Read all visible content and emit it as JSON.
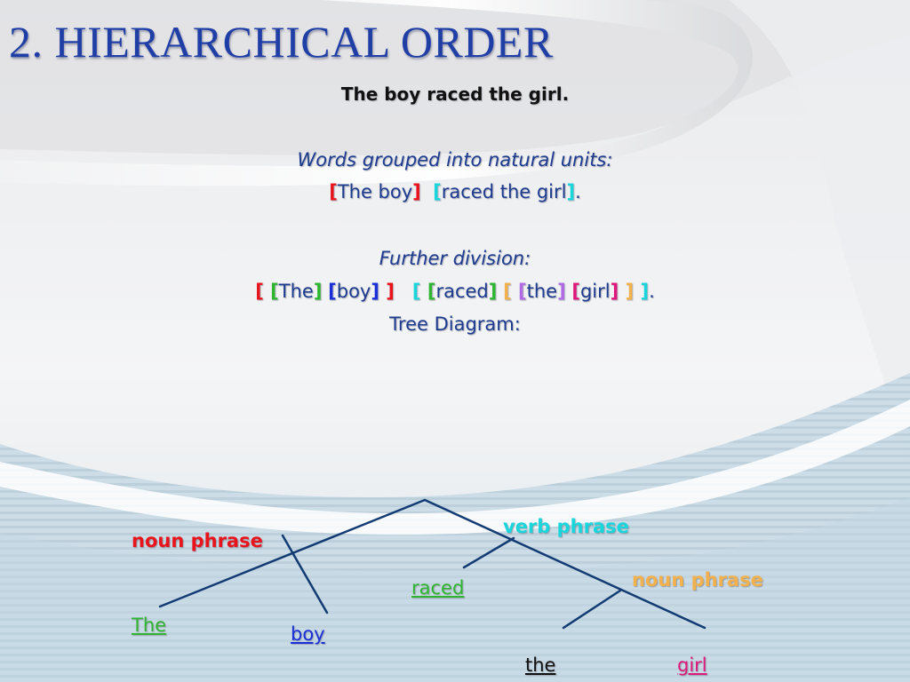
{
  "slide": {
    "title": "2. HIERARCHICAL ORDER",
    "sentence": "The boy raced the girl.",
    "grouped_heading": "Words grouped into natural units:",
    "grouped_line": [
      {
        "t": "[",
        "c": "#e8131b",
        "b": true
      },
      {
        "t": "The boy",
        "c": "#1d3c8f",
        "b": false
      },
      {
        "t": "]",
        "c": "#e8131b",
        "b": true
      },
      {
        "t": "  ",
        "c": "#1d3c8f",
        "b": false
      },
      {
        "t": "[",
        "c": "#19d6dc",
        "b": true
      },
      {
        "t": "raced the girl",
        "c": "#1d3c8f",
        "b": false
      },
      {
        "t": "]",
        "c": "#19d6dc",
        "b": true
      },
      {
        "t": ".",
        "c": "#1d3c8f",
        "b": false
      }
    ],
    "further_heading": "Further division:",
    "further_line": [
      {
        "t": "[ ",
        "c": "#e8131b",
        "b": true
      },
      {
        "t": "[",
        "c": "#2fb630",
        "b": true
      },
      {
        "t": "The",
        "c": "#1d3c8f",
        "b": false
      },
      {
        "t": "]",
        "c": "#2fb630",
        "b": true
      },
      {
        "t": " ",
        "c": "#1d3c8f",
        "b": false
      },
      {
        "t": "[",
        "c": "#1a2fd8",
        "b": true
      },
      {
        "t": "boy",
        "c": "#1d3c8f",
        "b": false
      },
      {
        "t": "]",
        "c": "#1a2fd8",
        "b": true
      },
      {
        "t": " ]",
        "c": "#e8131b",
        "b": true
      },
      {
        "t": "   ",
        "c": "#1d3c8f",
        "b": false
      },
      {
        "t": "[ ",
        "c": "#19d6dc",
        "b": true
      },
      {
        "t": "[",
        "c": "#2fb630",
        "b": true
      },
      {
        "t": "raced",
        "c": "#1d3c8f",
        "b": false
      },
      {
        "t": "]",
        "c": "#2fb630",
        "b": true
      },
      {
        "t": " ",
        "c": "#1d3c8f",
        "b": false
      },
      {
        "t": "[ ",
        "c": "#f2b14c",
        "b": true
      },
      {
        "t": "[",
        "c": "#b169e6",
        "b": true
      },
      {
        "t": "the",
        "c": "#1d3c8f",
        "b": false
      },
      {
        "t": "]",
        "c": "#b169e6",
        "b": true
      },
      {
        "t": " ",
        "c": "#1d3c8f",
        "b": false
      },
      {
        "t": "[",
        "c": "#e0177a",
        "b": true
      },
      {
        "t": "girl",
        "c": "#1d3c8f",
        "b": false
      },
      {
        "t": "]",
        "c": "#e0177a",
        "b": true
      },
      {
        "t": " ]",
        "c": "#f2b14c",
        "b": true
      },
      {
        "t": " ]",
        "c": "#19d6dc",
        "b": true
      },
      {
        "t": ".",
        "c": "#1d3c8f",
        "b": false
      }
    ],
    "tree_heading": "Tree Diagram:"
  },
  "tree": {
    "np_subject": "noun phrase",
    "vp": "verb phrase",
    "np_object": "noun phrase",
    "the_subject": "The",
    "boy": "boy",
    "raced": "raced",
    "the_object": "the",
    "girl": "girl",
    "colors": {
      "line": "#123b73",
      "np_subject": "#e8131b",
      "vp": "#19d6dc",
      "np_object": "#f2b14c",
      "the_subject": "#2fb630",
      "boy": "#1a2fd8",
      "raced": "#2fb630",
      "the_object": "#111111",
      "girl": "#e0177a"
    }
  }
}
